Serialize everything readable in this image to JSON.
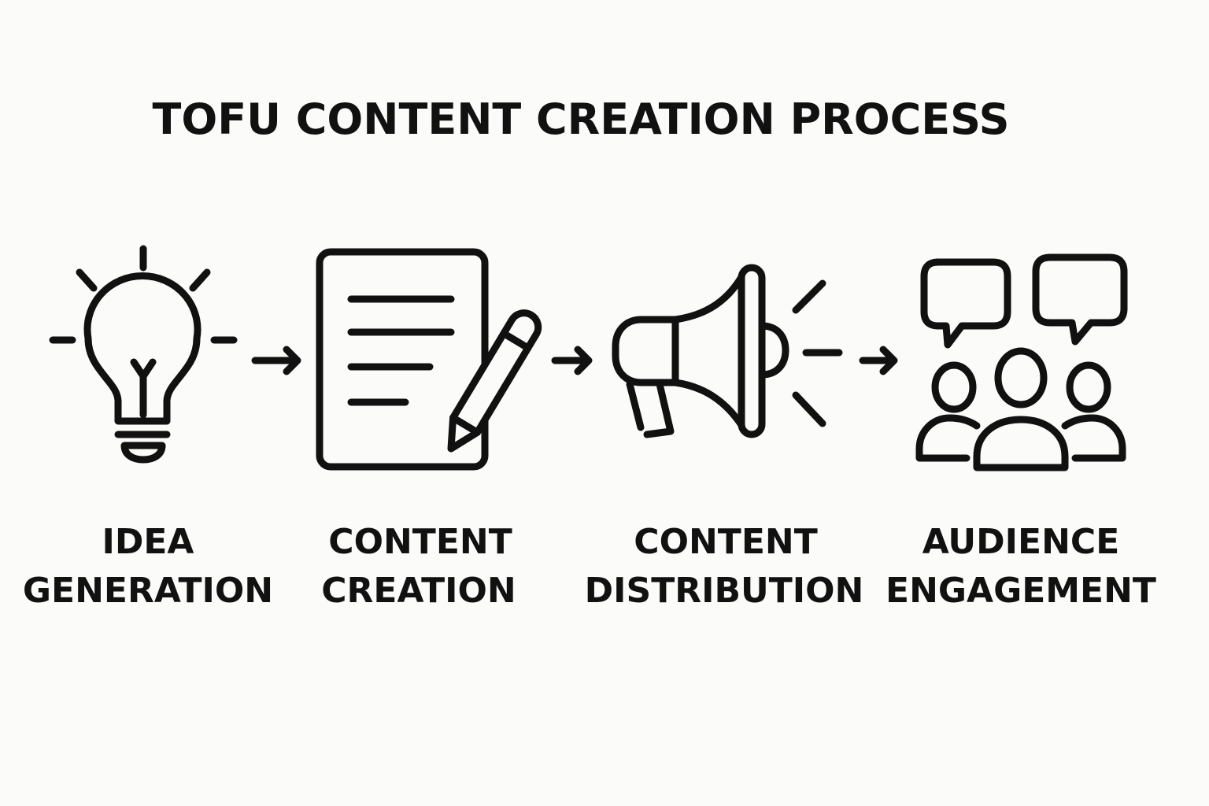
{
  "title": "TOFU CONTENT CREATION PROCESS",
  "steps": [
    {
      "line1": "IDEA",
      "line2": "GENERATION",
      "icon": "lightbulb-icon"
    },
    {
      "line1": "CONTENT",
      "line2": "CREATION",
      "icon": "document-pencil-icon"
    },
    {
      "line1": "CONTENT",
      "line2": "DISTRIBUTION",
      "icon": "megaphone-icon"
    },
    {
      "line1": "AUDIENCE",
      "line2": "ENGAGEMENT",
      "icon": "audience-chat-icon"
    }
  ],
  "colors": {
    "background": "#fbfbf9",
    "ink": "#111111"
  }
}
